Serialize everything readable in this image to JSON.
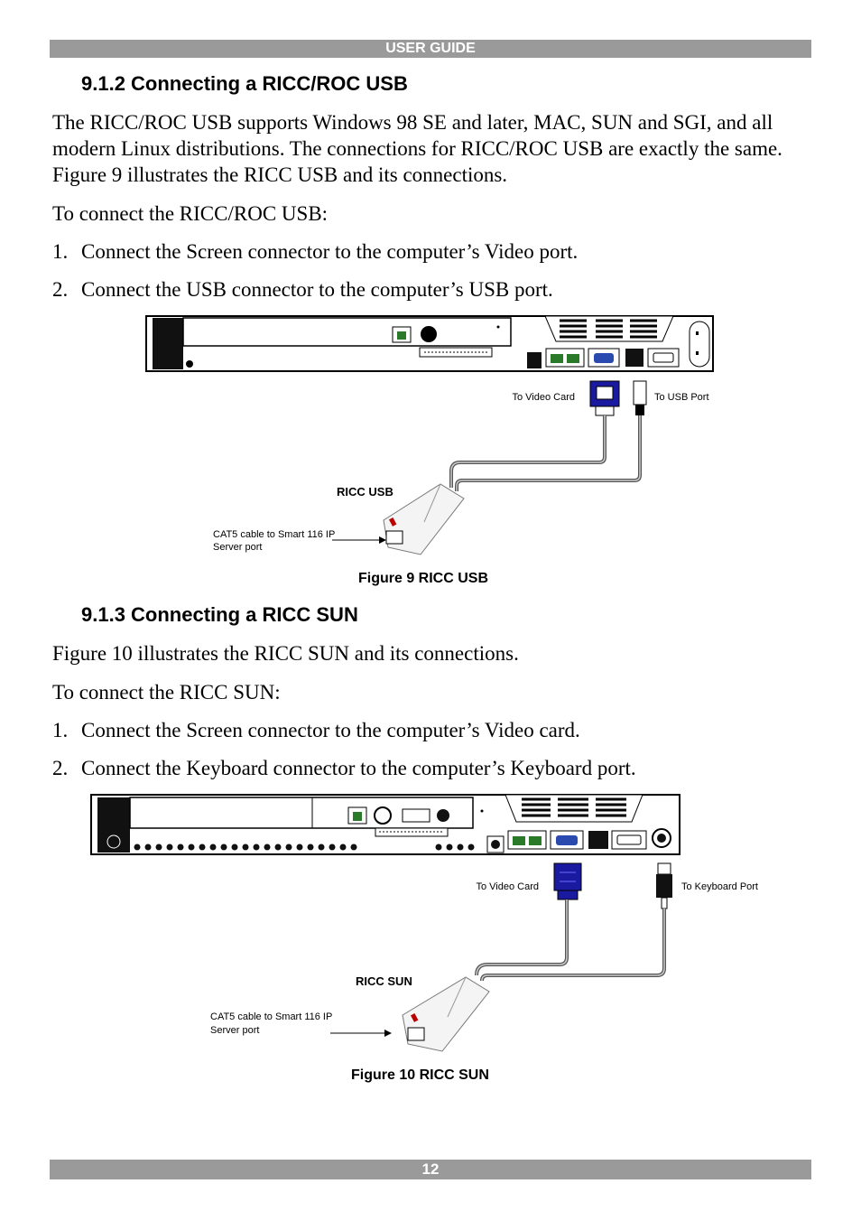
{
  "header": {
    "label": "USER GUIDE"
  },
  "section_912": {
    "heading": "9.1.2 Connecting a RICC/ROC USB",
    "para1": "The RICC/ROC USB supports Windows 98 SE and later, MAC, SUN and SGI, and all modern Linux distributions. The connections for RICC/ROC USB are exactly the same. Figure 9 illustrates the RICC USB and its connections.",
    "para2": "To connect the RICC/ROC USB:",
    "steps": [
      {
        "num": "1.",
        "text": "Connect the Screen connector to the computer’s Video port."
      },
      {
        "num": "2.",
        "text": "Connect the USB connector to the computer’s USB port."
      }
    ]
  },
  "figure9": {
    "label_video": "To Video Card",
    "label_usb": "To USB Port",
    "label_device": "RICC USB",
    "label_cat5_line1": "CAT5 cable to Smart 116 IP",
    "label_cat5_line2": "Server port",
    "caption": "Figure 9 RICC USB"
  },
  "section_913": {
    "heading": "9.1.3 Connecting a RICC SUN",
    "para1": "Figure 10 illustrates the RICC SUN and its connections.",
    "para2": "To connect the RICC SUN:",
    "steps": [
      {
        "num": "1.",
        "text": "Connect the Screen connector to the computer’s Video card."
      },
      {
        "num": "2.",
        "text": "Connect the Keyboard connector to the computer’s Keyboard port."
      }
    ]
  },
  "figure10": {
    "label_video": "To Video Card",
    "label_keyboard": "To Keyboard Port",
    "label_device": "RICC SUN",
    "label_cat5_line1": "CAT5 cable to Smart  116 IP",
    "label_cat5_line2": "Server port",
    "caption": "Figure 10 RICC SUN"
  },
  "footer": {
    "page_number": "12"
  }
}
